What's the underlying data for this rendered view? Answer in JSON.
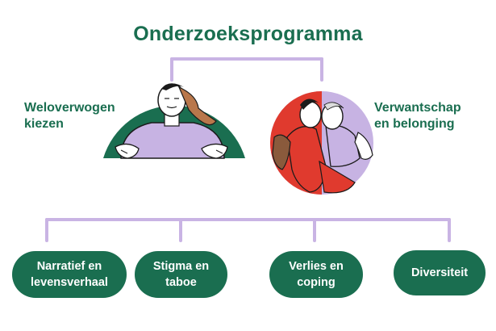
{
  "title": "Onderzoeksprogramma",
  "branches": [
    {
      "label_line1": "Weloverwogen",
      "label_line2": "kiezen"
    },
    {
      "label_line1": "Verwantschap",
      "label_line2": "en belonging"
    }
  ],
  "topics": [
    {
      "line1": "Narratief en",
      "line2": "levensverhaal"
    },
    {
      "line1": "Stigma en",
      "line2": "taboe"
    },
    {
      "line1": "Verlies en",
      "line2": "coping"
    },
    {
      "line1": "Diversiteit",
      "line2": ""
    }
  ],
  "colors": {
    "green": "#1a6e50",
    "lavender": "#c7b3e3",
    "red": "#e03a2e",
    "connector": "#c9b4e4"
  },
  "icons": [
    "person-illustration",
    "couple-illustration"
  ]
}
